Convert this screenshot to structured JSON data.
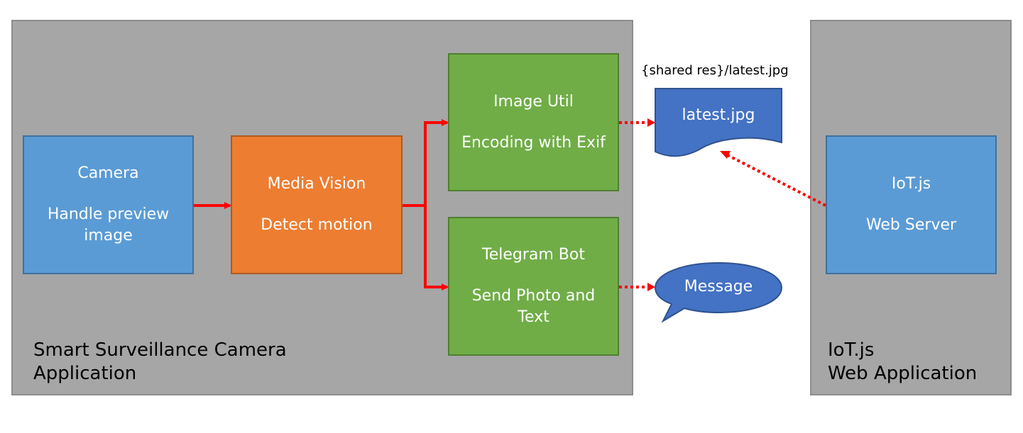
{
  "containers": {
    "left_label_line1": "Smart Surveillance Camera",
    "left_label_line2": "Application",
    "right_label_line1": "IoT.js",
    "right_label_line2": "Web Application"
  },
  "boxes": {
    "camera": {
      "title": "Camera",
      "line1": "Handle preview",
      "line2": "image"
    },
    "media_vision": {
      "title": "Media Vision",
      "line1": "Detect motion"
    },
    "image_util": {
      "title": "Image Util",
      "line1": "Encoding with Exif"
    },
    "telegram_bot": {
      "title": "Telegram Bot",
      "line1": "Send Photo and",
      "line2": "Text"
    },
    "iotjs": {
      "title": "IoT.js",
      "line1": "Web Server"
    }
  },
  "shapes": {
    "shared_caption": "{shared res}/latest.jpg",
    "document_label": "latest.jpg",
    "message_label": "Message"
  },
  "colors": {
    "container": "#a6a6a6",
    "blue": "#5b9bd5",
    "orange": "#ed7d31",
    "green": "#70ad47",
    "shape_blue": "#4472c4",
    "arrow": "#ff0000"
  }
}
